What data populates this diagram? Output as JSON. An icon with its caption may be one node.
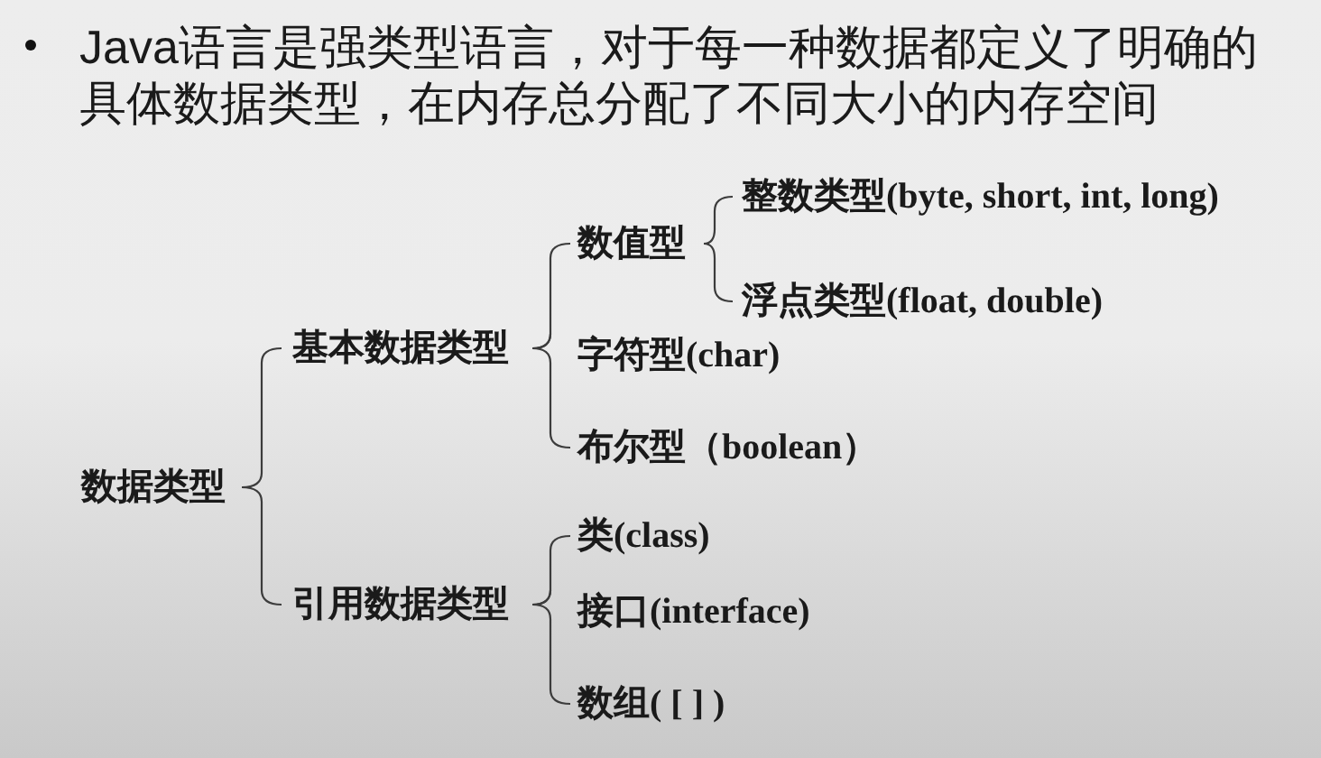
{
  "diagram": {
    "title": "Java语言是强类型语言，对于每一种数据都定义了明确的具体数据类型，在内存总分配了不同大小的内存空间",
    "nodes": [
      {
        "text": [
          "数据类型"
        ]
      },
      {
        "text": [
          "基本数据类型"
        ]
      },
      {
        "text": [
          "数值型"
        ]
      },
      {
        "text": [
          "整数类型(byte, short, int, long)"
        ]
      },
      {
        "text": [
          "浮点类型(float, double)"
        ]
      },
      {
        "text": [
          "字符型(char)"
        ]
      },
      {
        "text": [
          "布尔型（boolean）"
        ]
      },
      {
        "text": [
          "引用数据类型"
        ]
      },
      {
        "text": [
          "类(class)"
        ]
      },
      {
        "text": [
          "接口(interface)"
        ]
      },
      {
        "text": [
          "数组( [ ] )"
        ]
      }
    ],
    "edges": [
      {
        "from": 0,
        "to": 1,
        "arrow": "none"
      },
      {
        "from": 0,
        "to": 7,
        "arrow": "none"
      },
      {
        "from": 1,
        "to": 2,
        "arrow": "none"
      },
      {
        "from": 1,
        "to": 5,
        "arrow": "none"
      },
      {
        "from": 1,
        "to": 6,
        "arrow": "none"
      },
      {
        "from": 2,
        "to": 3,
        "arrow": "none"
      },
      {
        "from": 2,
        "to": 4,
        "arrow": "none"
      },
      {
        "from": 7,
        "to": 8,
        "arrow": "none"
      },
      {
        "from": 7,
        "to": 9,
        "arrow": "none"
      },
      {
        "from": 7,
        "to": 10,
        "arrow": "none"
      }
    ]
  }
}
